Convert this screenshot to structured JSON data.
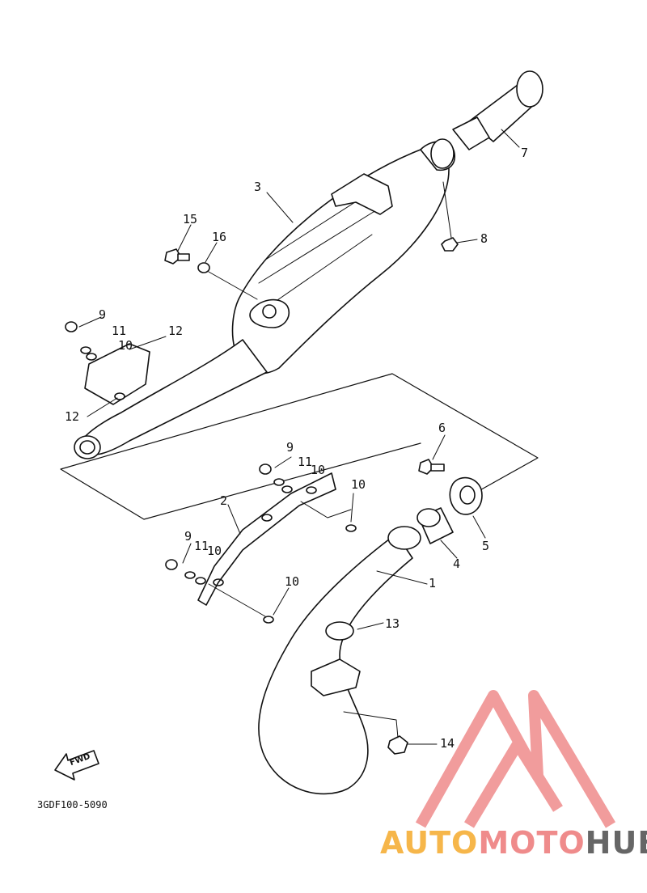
{
  "colors": {
    "line": "#111111",
    "logo_triangle": "#ef8b8b",
    "brand_auto": "#f6b64a",
    "brand_moto": "#ef8b8b",
    "brand_hub": "#666666"
  },
  "diagram": {
    "code": "3GDF100-5090",
    "fwd_label": "FWD",
    "callouts": [
      {
        "id": "1",
        "text": "1"
      },
      {
        "id": "2",
        "text": "2"
      },
      {
        "id": "3",
        "text": "3"
      },
      {
        "id": "4",
        "text": "4"
      },
      {
        "id": "5",
        "text": "5"
      },
      {
        "id": "6",
        "text": "6"
      },
      {
        "id": "7",
        "text": "7"
      },
      {
        "id": "8",
        "text": "8"
      },
      {
        "id": "9a",
        "text": "9"
      },
      {
        "id": "11a",
        "text": "11"
      },
      {
        "id": "10a",
        "text": "10"
      },
      {
        "id": "12",
        "text": "12"
      },
      {
        "id": "10b",
        "text": "10"
      },
      {
        "id": "15",
        "text": "15"
      },
      {
        "id": "16",
        "text": "16"
      },
      {
        "id": "9b",
        "text": "9"
      },
      {
        "id": "11b",
        "text": "11"
      },
      {
        "id": "10c",
        "text": "10"
      },
      {
        "id": "10d",
        "text": "10"
      },
      {
        "id": "9c",
        "text": "9"
      },
      {
        "id": "11c",
        "text": "11"
      },
      {
        "id": "10e",
        "text": "10"
      },
      {
        "id": "10f",
        "text": "10"
      },
      {
        "id": "13",
        "text": "13"
      },
      {
        "id": "14",
        "text": "14"
      }
    ]
  },
  "watermark": {
    "part1": "AUTO",
    "part2": "MOTO",
    "part3": "HUB"
  }
}
